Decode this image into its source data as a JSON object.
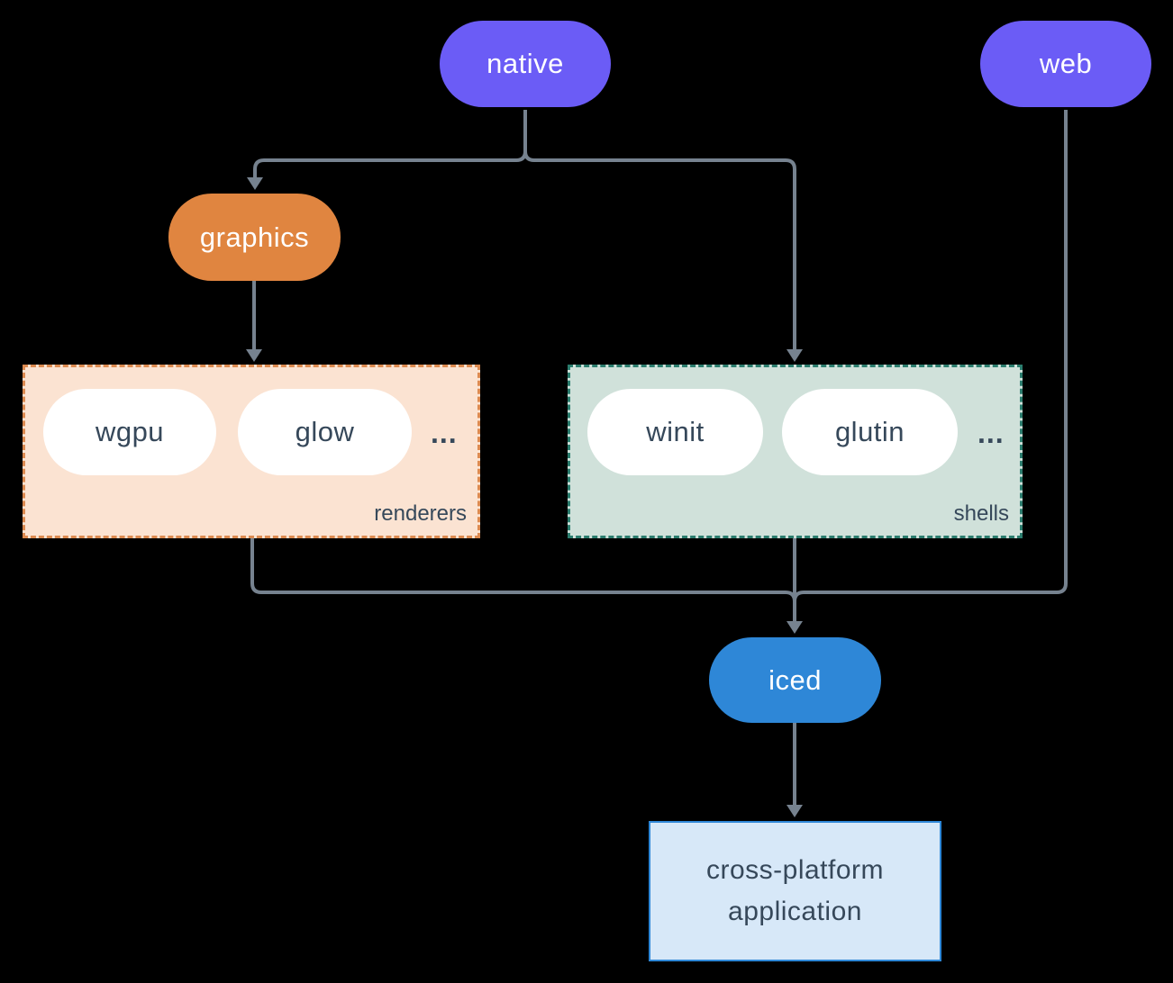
{
  "diagram": {
    "nodes": {
      "native": {
        "label": "native"
      },
      "web": {
        "label": "web"
      },
      "graphics": {
        "label": "graphics"
      },
      "iced": {
        "label": "iced"
      },
      "app": {
        "line1": "cross-platform",
        "line2": "application"
      }
    },
    "groups": {
      "renderers": {
        "label": "renderers",
        "items": [
          "wgpu",
          "glow"
        ],
        "ellipsis": "..."
      },
      "shells": {
        "label": "shells",
        "items": [
          "winit",
          "glutin"
        ],
        "ellipsis": "..."
      }
    }
  },
  "colors": {
    "bg": "#000000",
    "purple": "#6B5CF6",
    "orange": "#E08540",
    "blue": "#2E87D7",
    "peach-fill": "#FBE3D2",
    "peach-border": "#DC8A50",
    "green-fill": "#D0E1DA",
    "green-border": "#2B7D6E",
    "app-fill": "#D7E8F8",
    "app-border": "#2E87D7",
    "dark-text": "#36485A",
    "light-text": "#FFFFFF",
    "line": "#76828F"
  }
}
